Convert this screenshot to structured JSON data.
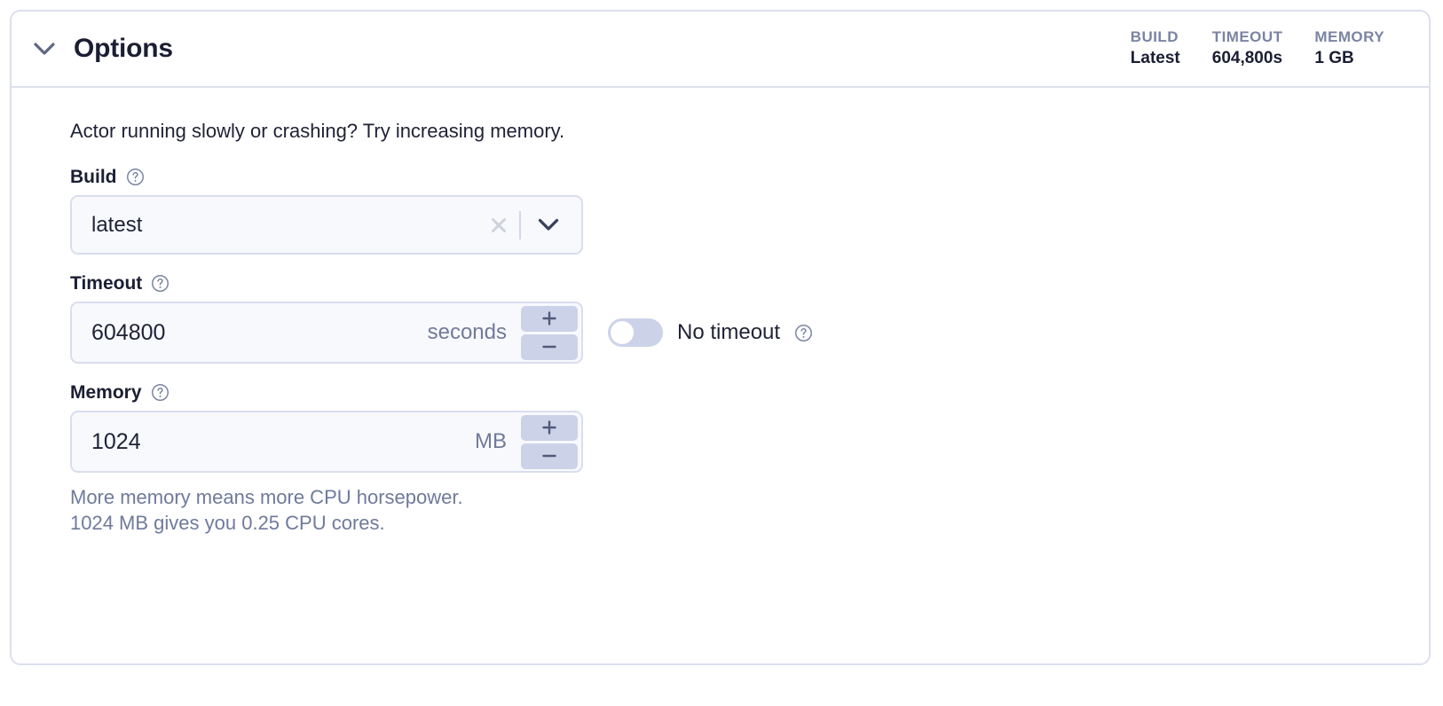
{
  "panel": {
    "title": "Options",
    "collapse_icon": "chevron-down-icon",
    "expanded": true
  },
  "header_stats": [
    {
      "label": "BUILD",
      "value": "Latest"
    },
    {
      "label": "TIMEOUT",
      "value": "604,800s"
    },
    {
      "label": "MEMORY",
      "value": "1 GB"
    }
  ],
  "body": {
    "intro": "Actor running slowly or crashing? Try increasing memory."
  },
  "build_field": {
    "label": "Build",
    "help_icon": "question-circle-icon",
    "value": "latest",
    "clear_icon": "close-icon",
    "dropdown_icon": "chevron-down-icon"
  },
  "timeout_field": {
    "label": "Timeout",
    "help_icon": "question-circle-icon",
    "value": "604800",
    "unit": "seconds",
    "increment_label": "+",
    "decrement_label": "–",
    "no_timeout": {
      "label": "No timeout",
      "enabled": false,
      "help_icon": "question-circle-icon"
    }
  },
  "memory_field": {
    "label": "Memory",
    "help_icon": "question-circle-icon",
    "value": "1024",
    "unit": "MB",
    "increment_label": "+",
    "decrement_label": "–",
    "helper_line_1": "More memory means more CPU horsepower.",
    "helper_line_2": "1024 MB gives you 0.25 CPU cores."
  },
  "colors": {
    "card_border": "#dcdfee",
    "input_border": "#d9ddee",
    "input_fill": "#f8f9fd",
    "stepper_fill": "#ccd2e8",
    "toggle_track_off": "#ccd2e8",
    "text_primary": "#1b1e33",
    "text_muted": "#6f7a9c",
    "stat_label": "#7b84a3",
    "icon_slate": "#6b7490"
  }
}
